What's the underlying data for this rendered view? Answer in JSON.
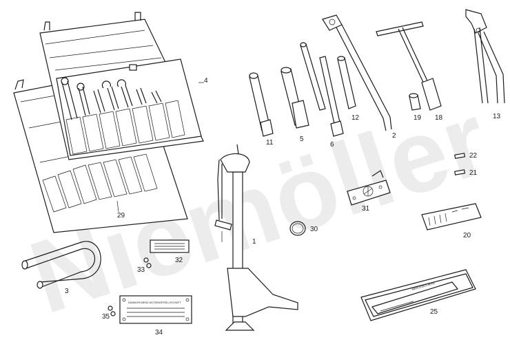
{
  "diagram": {
    "watermark": "Niemöller",
    "parts": [
      {
        "id": "jack",
        "label": "1"
      },
      {
        "id": "l-wrench",
        "label": "2"
      },
      {
        "id": "u-bar",
        "label": "3"
      },
      {
        "id": "tool-roll",
        "label": "4"
      },
      {
        "id": "socket-5",
        "label": "5"
      },
      {
        "id": "extension",
        "label": "6"
      },
      {
        "id": "tube-spanner",
        "label": "11"
      },
      {
        "id": "socket-12",
        "label": "12"
      },
      {
        "id": "pliers",
        "label": "13"
      },
      {
        "id": "t-handle",
        "label": "18"
      },
      {
        "id": "small-socket",
        "label": "19"
      },
      {
        "id": "bulb-box",
        "label": "20"
      },
      {
        "id": "fuse-21",
        "label": "21"
      },
      {
        "id": "fuse-22",
        "label": "22"
      },
      {
        "id": "gauge-case",
        "label": "25"
      },
      {
        "id": "tool-roll-open",
        "label": "29"
      },
      {
        "id": "ring",
        "label": "30"
      },
      {
        "id": "star-bracket",
        "label": "31"
      },
      {
        "id": "small-plate",
        "label": "32"
      },
      {
        "id": "screw-33",
        "label": "33"
      },
      {
        "id": "id-plate",
        "label": "34"
      },
      {
        "id": "screw-35",
        "label": "35"
      }
    ],
    "id_plate_text": "DAIMLER-BENZ AKTIENGESELLSCHAFT",
    "gauge_text": "MERCEDES-BENZ"
  }
}
